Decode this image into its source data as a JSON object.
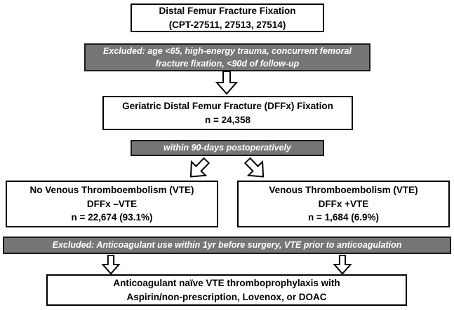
{
  "flowchart": {
    "top_box": {
      "line1": "Distal Femur Fracture Fixation",
      "line2": "(CPT-27511, 27513, 27514)"
    },
    "exclusion1": {
      "text": "Excluded: age <65, high-energy trauma, concurrent femoral fracture fixation, <90d of follow-up"
    },
    "geriatric_box": {
      "line1": "Geriatric Distal Femur Fracture (DFFx) Fixation",
      "line2": "n = 24,358"
    },
    "timing_label": {
      "text": "within 90-days postoperatively"
    },
    "no_vte_box": {
      "line1": "No Venous Thromboembolism (VTE)",
      "line2": "DFFx –VTE",
      "line3": "n = 22,674 (93.1%)"
    },
    "vte_box": {
      "line1": "Venous Thromboembolism (VTE)",
      "line2": "DFFx +VTE",
      "line3": "n = 1,684 (6.9%)"
    },
    "exclusion2": {
      "text": "Excluded: Anticoagulant use within 1yr before surgery, VTE prior to anticoagulation"
    },
    "bottom_box": {
      "line1": "Anticoagulant naïve VTE thromboprophylaxis with",
      "line2": "Aspirin/non-prescription, Lovenox, or DOAC"
    }
  },
  "colors": {
    "gray_fill": "#767676",
    "box_border": "#000000",
    "gray_text": "#ffffff",
    "box_text": "#000000",
    "arrow_fill": "#ffffff",
    "arrow_outline": "#000000"
  }
}
